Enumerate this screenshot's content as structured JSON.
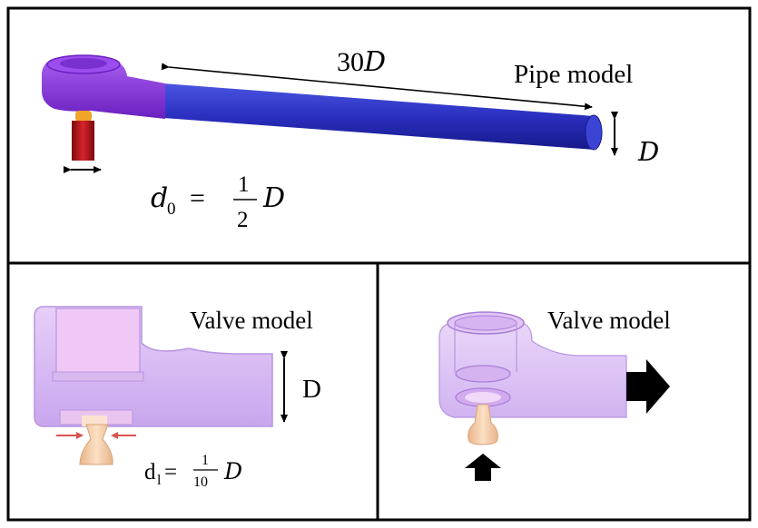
{
  "top_panel": {
    "title": "Pipe model",
    "length_label_num": "30",
    "length_label_var": "D",
    "diameter_label": "D",
    "outlet_eq": {
      "lhs_var": "d",
      "lhs_sub": "0",
      "eq": "=",
      "num": "1",
      "den": "2",
      "var": "D"
    }
  },
  "bottom_left_panel": {
    "title": "Valve model",
    "diameter_label": "D",
    "inlet_eq": {
      "lhs": "d",
      "lhs_sub": "l",
      "eq": "=",
      "num": "1",
      "den": "10",
      "var": "D"
    }
  },
  "bottom_right_panel": {
    "title": "Valve model"
  },
  "colors": {
    "pipe": "#2a2fbf",
    "valve_solid": "#8a2be2",
    "valve_transparent": "#d6b6f2",
    "nozzle": "#f2c9a0",
    "inlet_tube": "#c0151b",
    "arrow_red": "#d9534f",
    "frame": "#000000"
  }
}
